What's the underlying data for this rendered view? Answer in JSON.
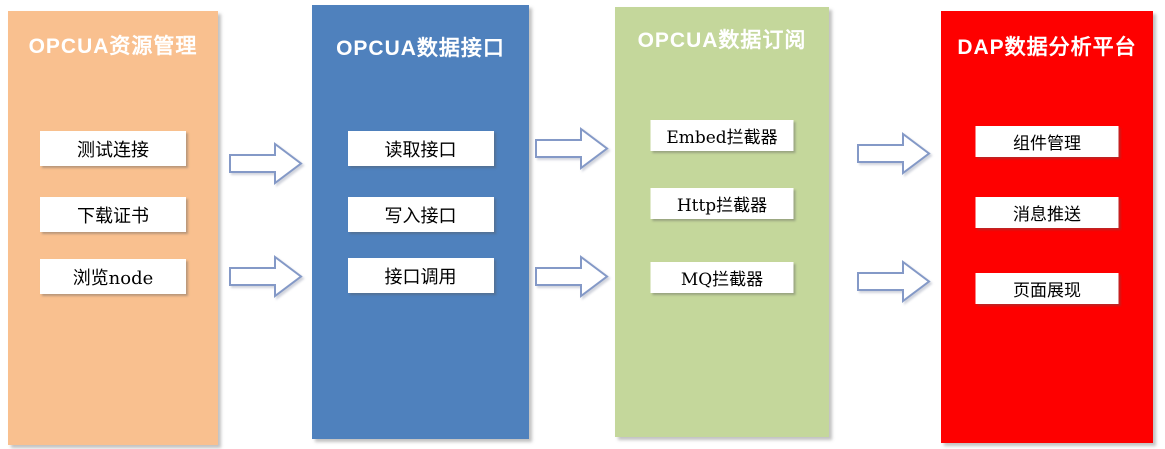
{
  "diagram": {
    "type": "flow-pipeline",
    "direction": "left-to-right"
  },
  "colors": {
    "panel_resource_bg": "#F9C08F",
    "panel_interface_bg": "#4F81BD",
    "panel_subscribe_bg": "#C4D79B",
    "panel_dap_bg": "#FE0000",
    "node_box_bg": "#FFFFFF",
    "node_box_text": "#000000",
    "panel_title_text": "#FFFFFF",
    "arrow_fill": "#FFFFFF",
    "arrow_stroke": "#8499C7"
  },
  "panels": [
    {
      "id": "opcua-resource",
      "title": "OPCUA资源管理",
      "items": [
        "测试连接",
        "下载证书",
        "浏览node"
      ]
    },
    {
      "id": "opcua-data-interface",
      "title": "OPCUA数据接口",
      "items": [
        "读取接口",
        "写入接口",
        "接口调用"
      ]
    },
    {
      "id": "opcua-data-subscribe",
      "title": "OPCUA数据订阅",
      "items": [
        "Embed拦截器",
        "Http拦截器",
        "MQ拦截器"
      ]
    },
    {
      "id": "dap-platform",
      "title": "DAP数据分析平台",
      "items": [
        "组件管理",
        "消息推送",
        "页面展现"
      ]
    }
  ],
  "connectors": [
    {
      "from": "opcua-resource",
      "to": "opcua-data-interface",
      "row": "top",
      "glyph": "right-arrow"
    },
    {
      "from": "opcua-resource",
      "to": "opcua-data-interface",
      "row": "bottom",
      "glyph": "right-arrow"
    },
    {
      "from": "opcua-data-interface",
      "to": "opcua-data-subscribe",
      "row": "top",
      "glyph": "right-arrow"
    },
    {
      "from": "opcua-data-interface",
      "to": "opcua-data-subscribe",
      "row": "bottom",
      "glyph": "right-arrow"
    },
    {
      "from": "opcua-data-subscribe",
      "to": "dap-platform",
      "row": "top",
      "glyph": "right-arrow"
    },
    {
      "from": "opcua-data-subscribe",
      "to": "dap-platform",
      "row": "bottom",
      "glyph": "right-arrow"
    }
  ]
}
